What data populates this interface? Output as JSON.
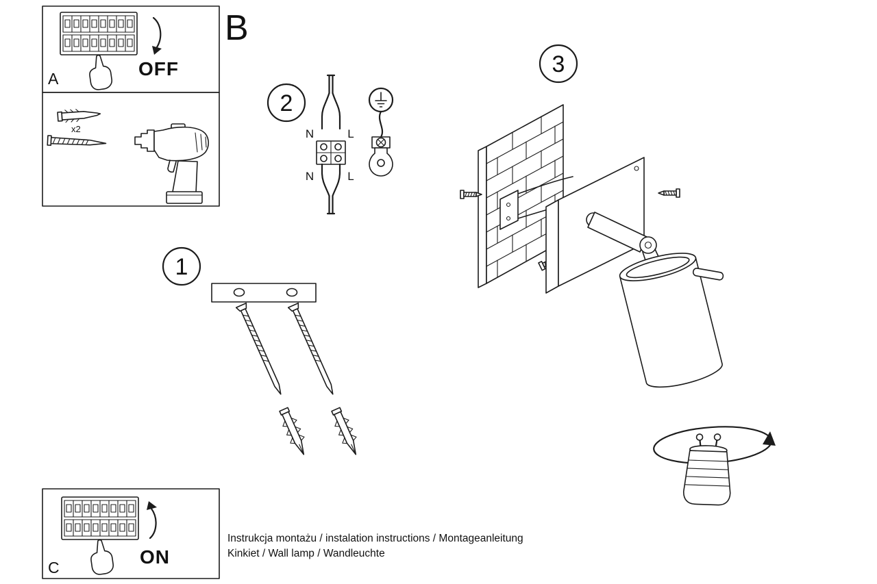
{
  "labels": {
    "section_b": "B",
    "panel_a": "A",
    "panel_c": "C",
    "off": "OFF",
    "on": "ON",
    "anchor_count": "x2",
    "step1": "1",
    "step2": "2",
    "step3": "3",
    "wiring": {
      "n_top": "N",
      "l_top": "L",
      "n_bottom": "N",
      "l_bottom": "L"
    },
    "footer_line1": "Instrukcja montażu / instalation instructions / Montageanleitung",
    "footer_line2": "Kinkiet / Wall lamp / Wandleuchte"
  },
  "colors": {
    "ink": "#1c1c1c",
    "background": "#ffffff"
  }
}
